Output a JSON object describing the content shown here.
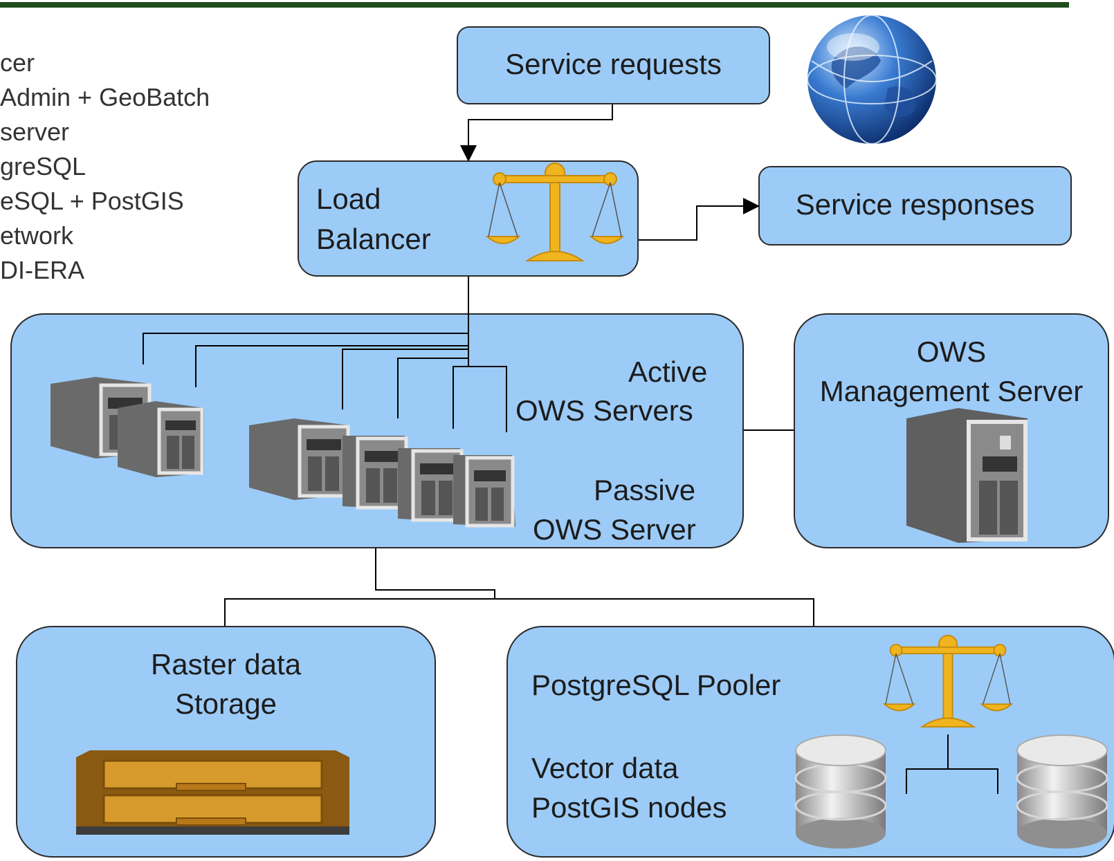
{
  "legend": {
    "items": [
      "cer",
      "Admin + GeoBatch",
      "server",
      "greSQL",
      "eSQL + PostGIS",
      "etwork",
      "DI-ERA"
    ]
  },
  "nodes": {
    "service_requests": "Service requests",
    "load_balancer_line1": "Load",
    "load_balancer_line2": "Balancer",
    "service_responses": "Service responses",
    "active_line1": "Active",
    "active_line2": "OWS Servers",
    "passive_line1": "Passive",
    "passive_line2": "OWS Server",
    "mgmt_line1": "OWS",
    "mgmt_line2": "Management Server",
    "raster_line1": "Raster data",
    "raster_line2": "Storage",
    "pooler": "PostgreSQL Pooler",
    "vector_line1": "Vector data",
    "vector_line2": "PostGIS nodes"
  },
  "icons": {
    "globe": "globe-icon",
    "scales": "balance-scale-icon",
    "server": "server-tower-icon",
    "storage": "storage-array-icon",
    "database": "database-icon"
  },
  "colors": {
    "box_fill": "#9ccbf7",
    "border": "#2b2b2b",
    "rule": "#1f4d1c",
    "gold": "#f0b51e"
  }
}
